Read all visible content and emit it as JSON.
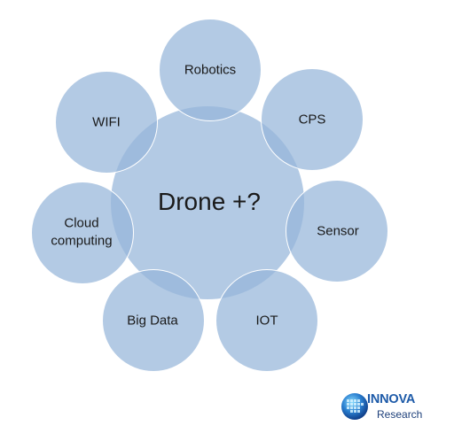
{
  "center": {
    "label": "Drone +?"
  },
  "satellites": [
    {
      "id": "robotics",
      "label": "Robotics"
    },
    {
      "id": "cps",
      "label": "CPS"
    },
    {
      "id": "sensor",
      "label": "Sensor"
    },
    {
      "id": "iot",
      "label": "IOT"
    },
    {
      "id": "big-data",
      "label": "Big Data"
    },
    {
      "id": "cloud-computing",
      "label": "Cloud computing"
    },
    {
      "id": "wifi",
      "label": "WIFI"
    }
  ],
  "logo": {
    "brand": "INNOVA",
    "sub": "Research"
  },
  "colors": {
    "circle_fill": "#96b6d9",
    "circle_stroke": "#ffffff",
    "text": "#1a1a1a",
    "logo_blue": "#1d5aa8"
  }
}
